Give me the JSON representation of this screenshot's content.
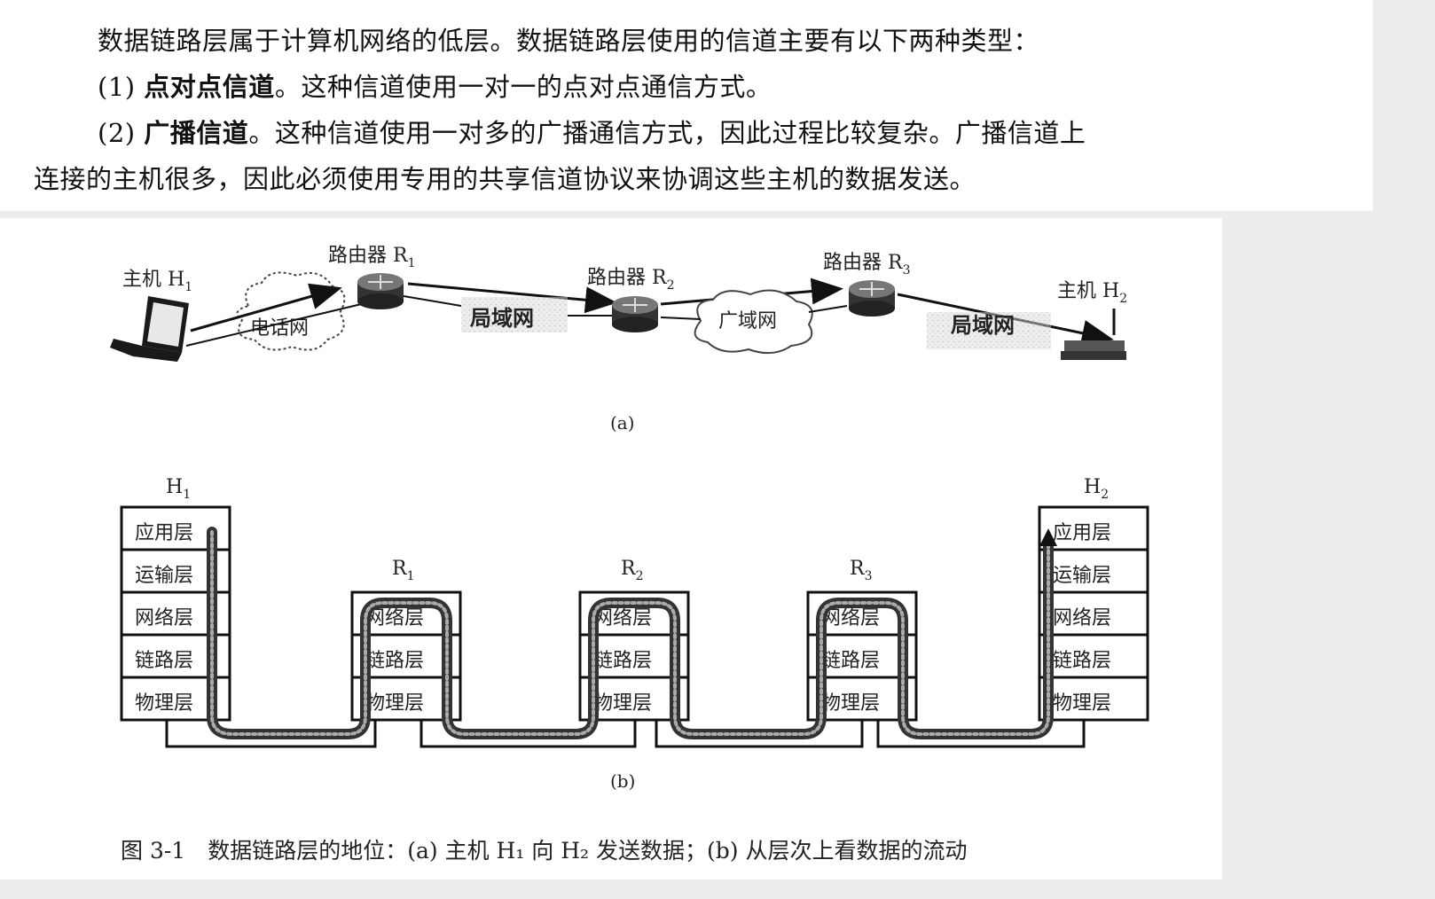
{
  "text": {
    "p1": "数据链路层属于计算机网络的低层。数据链路层使用的信道主要有以下两种类型：",
    "p2_num": "(1) ",
    "p2_term": "点对点信道",
    "p2_rest": "。这种信道使用一对一的点对点通信方式。",
    "p3_num": "(2) ",
    "p3_term": "广播信道",
    "p3_rest": "。这种信道使用一对多的广播通信方式，因此过程比较复杂。广播信道上",
    "p4": "连接的主机很多，因此必须使用专用的共享信道协议来协调这些主机的数据发送。"
  },
  "figure_a": {
    "host1": "主机 H",
    "host1_sub": "1",
    "host2": "主机 H",
    "host2_sub": "2",
    "router1": "路由器 R",
    "router1_sub": "1",
    "router2": "路由器 R",
    "router2_sub": "2",
    "router3": "路由器 R",
    "router3_sub": "3",
    "phone_net": "电话网",
    "lan1": "局域网",
    "wan": "广域网",
    "lan2": "局域网",
    "label": "(a)"
  },
  "figure_b": {
    "h1": "H",
    "h1_sub": "1",
    "h2": "H",
    "h2_sub": "2",
    "r1": "R",
    "r1_sub": "1",
    "r2": "R",
    "r2_sub": "2",
    "r3": "R",
    "r3_sub": "3",
    "layers": {
      "app": "应用层",
      "transport": "运输层",
      "network": "网络层",
      "link": "链路层",
      "physical": "物理层"
    },
    "label": "(b)"
  },
  "caption": "图 3-1　数据链路层的地位：(a) 主机 H₁ 向 H₂ 发送数据；(b) 从层次上看数据的流动"
}
